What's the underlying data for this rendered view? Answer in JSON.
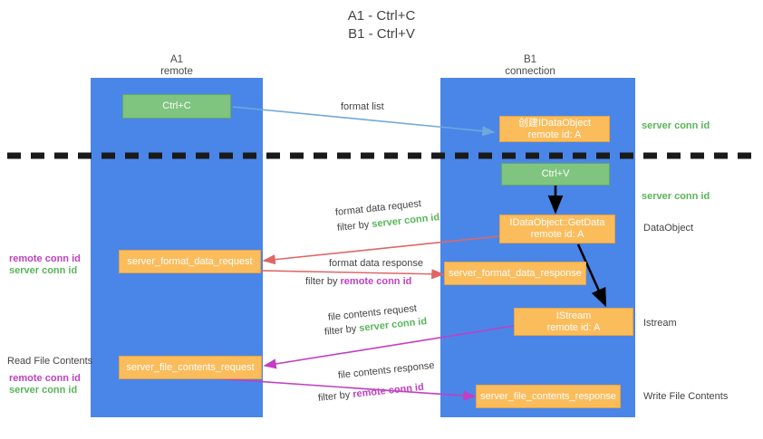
{
  "title": {
    "line1": "A1 - Ctrl+C",
    "line2": "B1 - Ctrl+V"
  },
  "columns": [
    {
      "name": "A1",
      "sub": "remote"
    },
    {
      "name": "B1",
      "sub": "connection"
    }
  ],
  "colors": {
    "lane": "#4a86e8",
    "green_box": "#7fc47f",
    "orange_box": "#fbbc5c",
    "server_conn_text": "#58b558",
    "remote_conn_text": "#c13fc1",
    "blue_arrow": "#6fa8dc",
    "red_arrow": "#e06666",
    "magenta_arrow": "#c13fc1",
    "black_arrow": "#000000",
    "divider": "#1a1a1a"
  },
  "nodes": {
    "ctrl_c": {
      "line1": "Ctrl+C",
      "line2": ""
    },
    "create_dataobject": {
      "line1": "创建IDataObject",
      "line2": "remote id: A"
    },
    "ctrl_v": {
      "line1": "Ctrl+V",
      "line2": ""
    },
    "getdata": {
      "line1": "IDataObject::GetData",
      "line2": "remote id: A"
    },
    "istream": {
      "line1": "IStream",
      "line2": "remote id: A"
    },
    "server_format_data_request": {
      "line1": "server_format_data_request",
      "line2": ""
    },
    "server_format_data_response": {
      "line1": "server_format_data_response",
      "line2": ""
    },
    "server_file_contents_request": {
      "line1": "server_file_contents_request",
      "line2": ""
    },
    "server_file_contents_response": {
      "line1": "server_file_contents_response",
      "line2": ""
    }
  },
  "edge_labels": {
    "format_list": "format list",
    "format_data_request": "format data request",
    "format_data_request_filter_prefix": "filter by ",
    "format_data_request_filter_value": "server conn id",
    "format_data_response": "format data response",
    "format_data_response_filter_prefix": "filter by ",
    "format_data_response_filter_value": "remote conn id",
    "file_contents_request": "file contents request",
    "file_contents_request_filter_prefix": "filter by ",
    "file_contents_request_filter_value": "server conn id",
    "file_contents_response": "file contents response",
    "file_contents_response_filter_prefix": "filter by ",
    "file_contents_response_filter_value": "remote conn id"
  },
  "right_annotations": [
    {
      "text": "server conn id",
      "kind": "green"
    },
    {
      "text": "server conn id",
      "kind": "green"
    },
    {
      "text": "DataObject",
      "kind": "gray"
    },
    {
      "text": "Istream",
      "kind": "gray"
    },
    {
      "text": "Write File Contents",
      "kind": "gray"
    }
  ],
  "left_annotations": {
    "group1_remote": "remote conn id",
    "group1_server": "server conn id",
    "read_file_contents": "Read File Contents",
    "group2_remote": "remote conn id",
    "group2_server": "server conn id"
  }
}
